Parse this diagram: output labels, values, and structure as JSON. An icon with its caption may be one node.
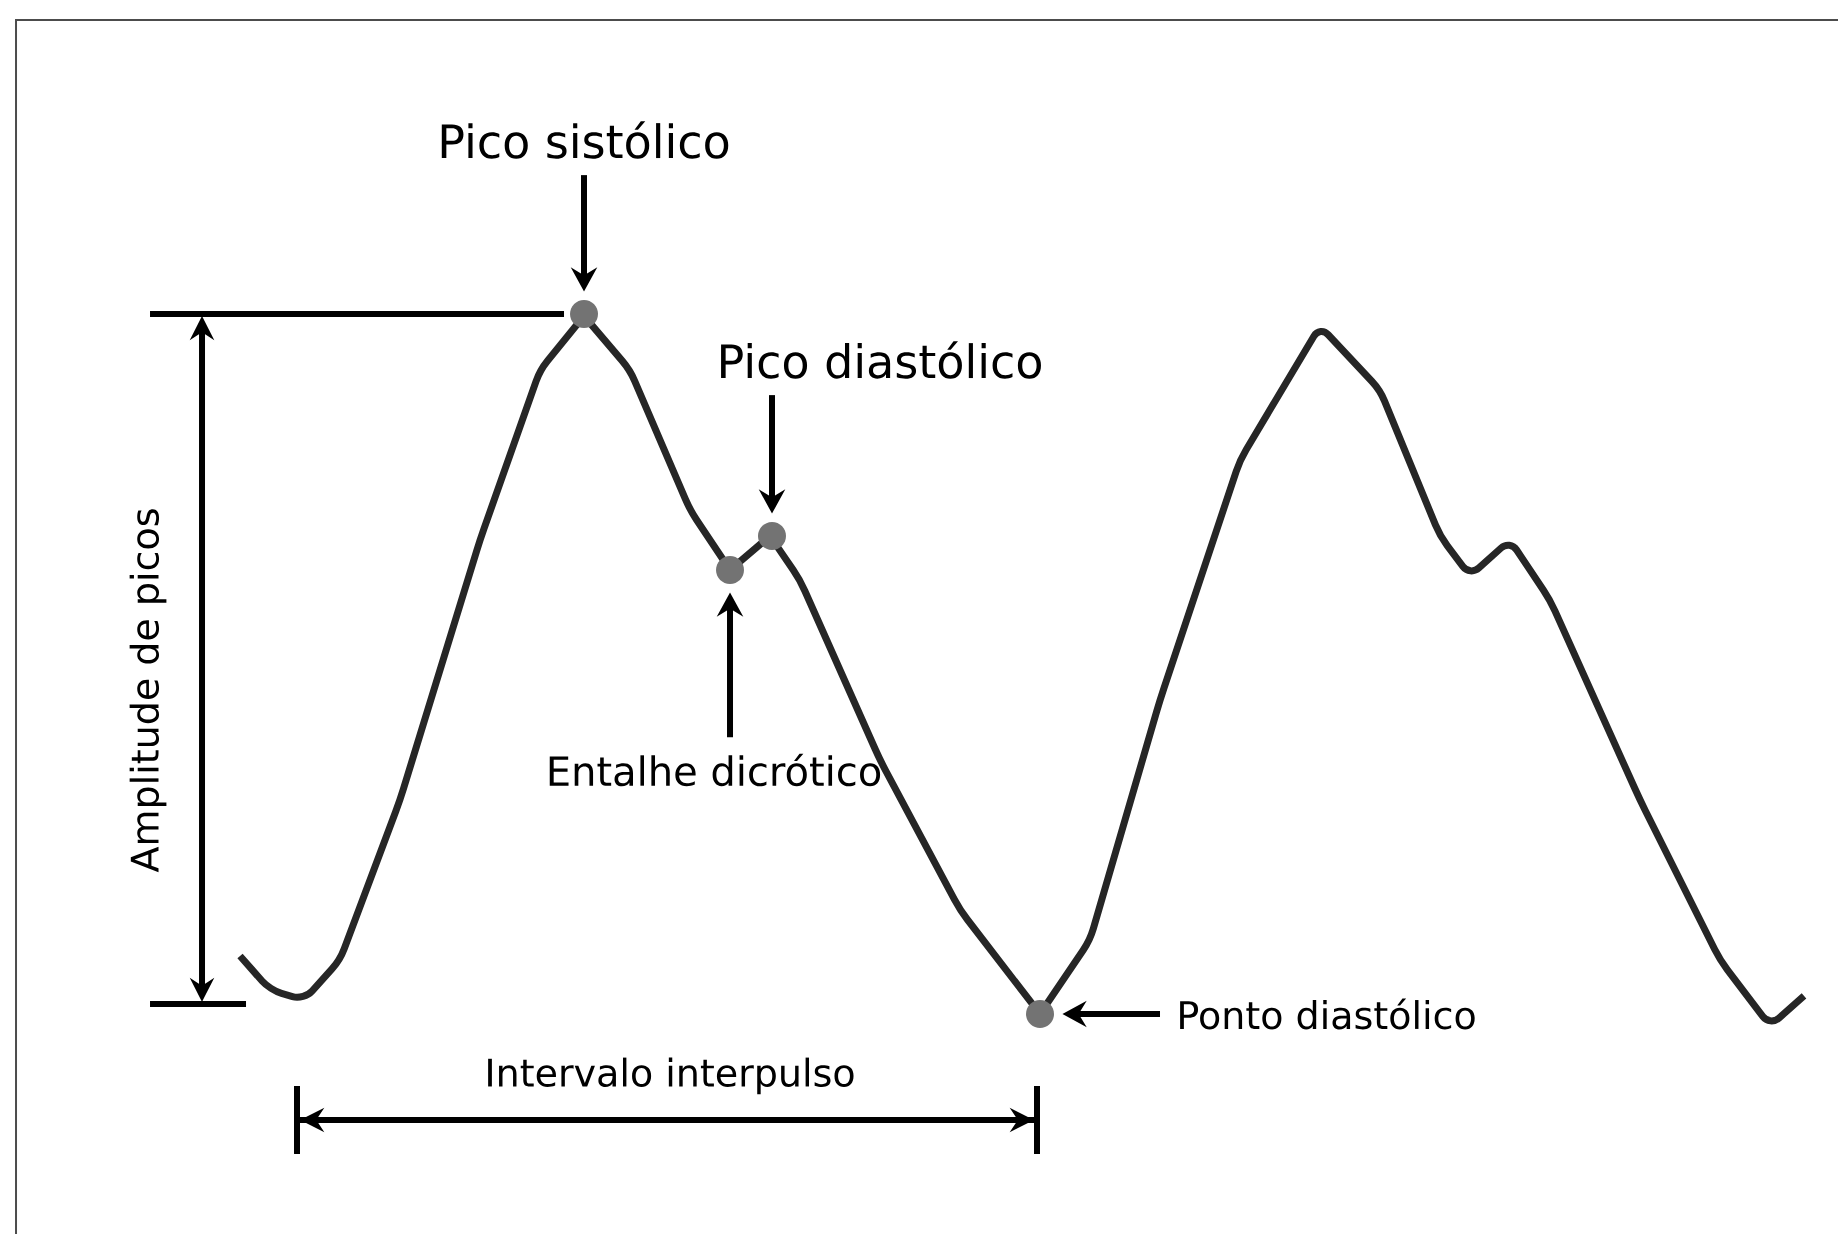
{
  "diagram": {
    "nodes": [
      {
        "text": [
          "Pico sistólico"
        ]
      },
      {
        "text": [],
        "shape": "circle"
      },
      {
        "text": [
          "Pico diastólico"
        ]
      },
      {
        "text": [],
        "shape": "circle"
      },
      {
        "text": [],
        "shape": "circle"
      },
      {
        "text": [
          "Entalhe dicrótico"
        ]
      },
      {
        "text": [],
        "shape": "circle"
      },
      {
        "text": [
          "Ponto diastólico"
        ]
      }
    ],
    "edges": [
      {
        "from": 0,
        "to": 1,
        "arrow": "to"
      },
      {
        "from": 2,
        "to": 3,
        "arrow": "to"
      },
      {
        "from": 5,
        "to": 4,
        "arrow": "to"
      },
      {
        "from": 7,
        "to": 6,
        "arrow": "to"
      }
    ],
    "labels": [
      "Amplitude de picos",
      "Intervalo interpulso"
    ]
  }
}
